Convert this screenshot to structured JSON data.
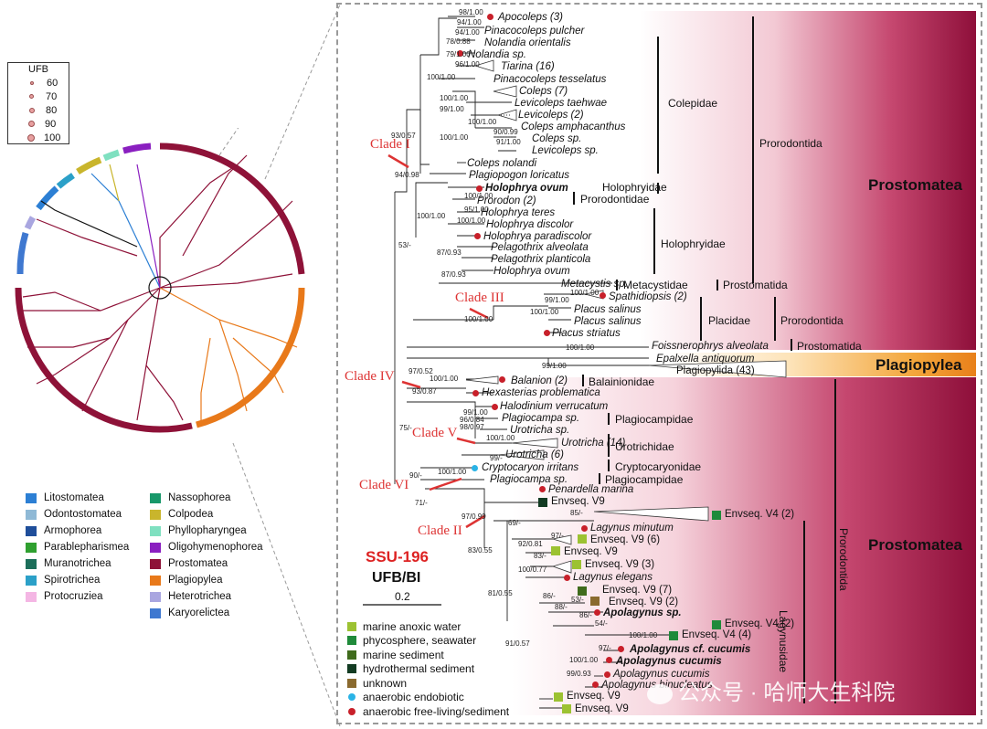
{
  "ufb_legend": {
    "title": "UFB",
    "values": [
      "60",
      "70",
      "80",
      "90",
      "100"
    ]
  },
  "class_legend": {
    "left": [
      {
        "name": "Litostomatea",
        "color": "#2c7fd4"
      },
      {
        "name": "Odontostomatea",
        "color": "#8fb9d6"
      },
      {
        "name": "Armophorea",
        "color": "#1f4e9a"
      },
      {
        "name": "Parablepharismea",
        "color": "#2fa02f"
      },
      {
        "name": "Muranotrichea",
        "color": "#1c6e5a"
      },
      {
        "name": "Spirotrichea",
        "color": "#2ba0c8"
      },
      {
        "name": "Protocruziea",
        "color": "#f4b6e4"
      }
    ],
    "right": [
      {
        "name": "Nassophorea",
        "color": "#18986a"
      },
      {
        "name": "Colpodea",
        "color": "#c9b52c"
      },
      {
        "name": "Phyllopharyngea",
        "color": "#7fe0c0"
      },
      {
        "name": "Oligohymenophorea",
        "color": "#8a1fc0"
      },
      {
        "name": "Prostomatea",
        "color": "#8e1238"
      },
      {
        "name": "Plagiopylea",
        "color": "#e8791a"
      },
      {
        "name": "Heterotrichea",
        "color": "#a9a6e0"
      },
      {
        "name": "Karyorelictea",
        "color": "#3f78d0"
      }
    ]
  },
  "env_legend": [
    {
      "label": "marine anoxic water",
      "color": "#9cc232",
      "shape": "square"
    },
    {
      "label": "phycosphere, seawater",
      "color": "#1f8a3a",
      "shape": "square"
    },
    {
      "label": "marine sediment",
      "color": "#3f6b1c",
      "shape": "square"
    },
    {
      "label": "hydrothermal sediment",
      "color": "#123b22",
      "shape": "square"
    },
    {
      "label": "unknown",
      "color": "#8a6a2e",
      "shape": "square"
    },
    {
      "label": "anaerobic endobiotic",
      "color": "#2ab3e6",
      "shape": "dot"
    },
    {
      "label": "anaerobic free-living/sediment",
      "color": "#c8202a",
      "shape": "dot"
    }
  ],
  "tree_title": "SSU-196",
  "tree_subtitle": "UFB/BI",
  "scale_label": "0.2",
  "clades": [
    "Clade I",
    "Clade III",
    "Clade IV",
    "Clade V",
    "Clade VI",
    "Clade II"
  ],
  "big_labels": {
    "prostomatea_top": "Prostomatea",
    "plagiopylea": "Plagiopylea",
    "prostomatea_bottom": "Prostomatea"
  },
  "families": {
    "colepidae": "Colepidae",
    "prorodontida1": "Prorodontida",
    "holophryidae1": "Holophryidae",
    "prorodontidae": "Prorodontidae",
    "holophryidae2": "Holophryidae",
    "metacystidae": "Metacystidae",
    "prostomatida1": "Prostomatida",
    "placidae": "Placidae",
    "prorodontida2": "Prorodontida",
    "prostomatida2": "Prostomatida",
    "balanionidae": "Balainionidae",
    "plagiocampidae1": "Plagiocampidae",
    "urotrichidae": "Urotrichidae",
    "cryptocaryonidae": "Cryptocaryonidae",
    "plagiocampidae2": "Plagiocampidae",
    "lagynusidae": "Lagynusidae",
    "prorodontida3": "Prorodontida"
  },
  "taxa": [
    "Apocoleps (3)",
    "Pinacocoleps pulcher",
    "Nolandia orientalis",
    "Nolandia sp.",
    "Tiarina (16)",
    "Pinacocoleps tesselatus",
    "Coleps (7)",
    "Levicoleps taehwae",
    "Levicoleps (2)",
    "Coleps amphacanthus",
    "Coleps sp.",
    "Levicoleps sp.",
    "Coleps nolandi",
    "Plagiopogon loricatus",
    "Holophrya ovum",
    "Prorodon (2)",
    "Holophrya teres",
    "Holophrya discolor",
    "Holophrya paradiscolor",
    "Pelagothrix alveolata",
    "Pelagothrix planticola",
    "Holophrya ovum",
    "Metacystis sp.",
    "Spathidiopsis (2)",
    "Placus salinus",
    "Placus salinus",
    "Placus striatus",
    "Foissnerophrys alveolata",
    "Epalxella antiquorum",
    "Plagiopylida (43)",
    "Balanion (2)",
    "Hexasterias problematica",
    "Halodinium verrucatum",
    "Plagiocampa sp.",
    "Urotricha sp.",
    "Urotricha (14)",
    "Urotricha (6)",
    "Cryptocaryon irritans",
    "Plagiocampa sp.",
    "Penardella marina",
    "Envseq. V9",
    "Envseq. V4 (2)",
    "Lagynus minutum",
    "Envseq. V9 (6)",
    "Envseq. V9",
    "Envseq. V9 (3)",
    "Lagynus elegans",
    "Envseq. V9 (7)",
    "Envseq. V9 (2)",
    "Apolagynus sp.",
    "Envseq. V4 (2)",
    "Envseq. V4 (4)",
    "Apolagynus cf. cucumis",
    "Apolagynus cucumis",
    "Apolagynus cucumis",
    "Apolagynus binucleatus",
    "Envseq. V9",
    "Envseq. V9"
  ],
  "supports": [
    "98/1.00",
    "94/1.00",
    "94/1.00",
    "78/0.88",
    "79/1.00",
    "96/1.00",
    "100/1.00",
    "100/1.00",
    "99/1.00",
    "100/1.00",
    "90/0.99",
    "91/1.00",
    "100/1.00",
    "93/0.57",
    "94/0.98",
    "100/1.00",
    "95/1.00",
    "100/1.00",
    "100/1.00",
    "87/0.93",
    "87/0.93",
    "53/-",
    "100/1.00",
    "99/1.00",
    "100/1.00",
    "100/1.00",
    "97/0.52",
    "100/1.00",
    "99/1.00",
    "100/1.00",
    "93/0.87",
    "99/1.00",
    "96/0.84",
    "98/0.97",
    "100/1.00",
    "75/-",
    "99/-",
    "100/1.00",
    "90/-",
    "71/-",
    "85/-",
    "97/0.99",
    "69/-",
    "97/-",
    "92/0.81",
    "83/-",
    "100/0.77",
    "83/0.55",
    "86/-",
    "53/-",
    "88/-",
    "86/-",
    "54/-",
    "81/0.55",
    "100/1.00",
    "97/-",
    "100/1.00",
    "91/0.57",
    "99/0.93"
  ],
  "watermark": "公众号 · 哈师大生科院"
}
